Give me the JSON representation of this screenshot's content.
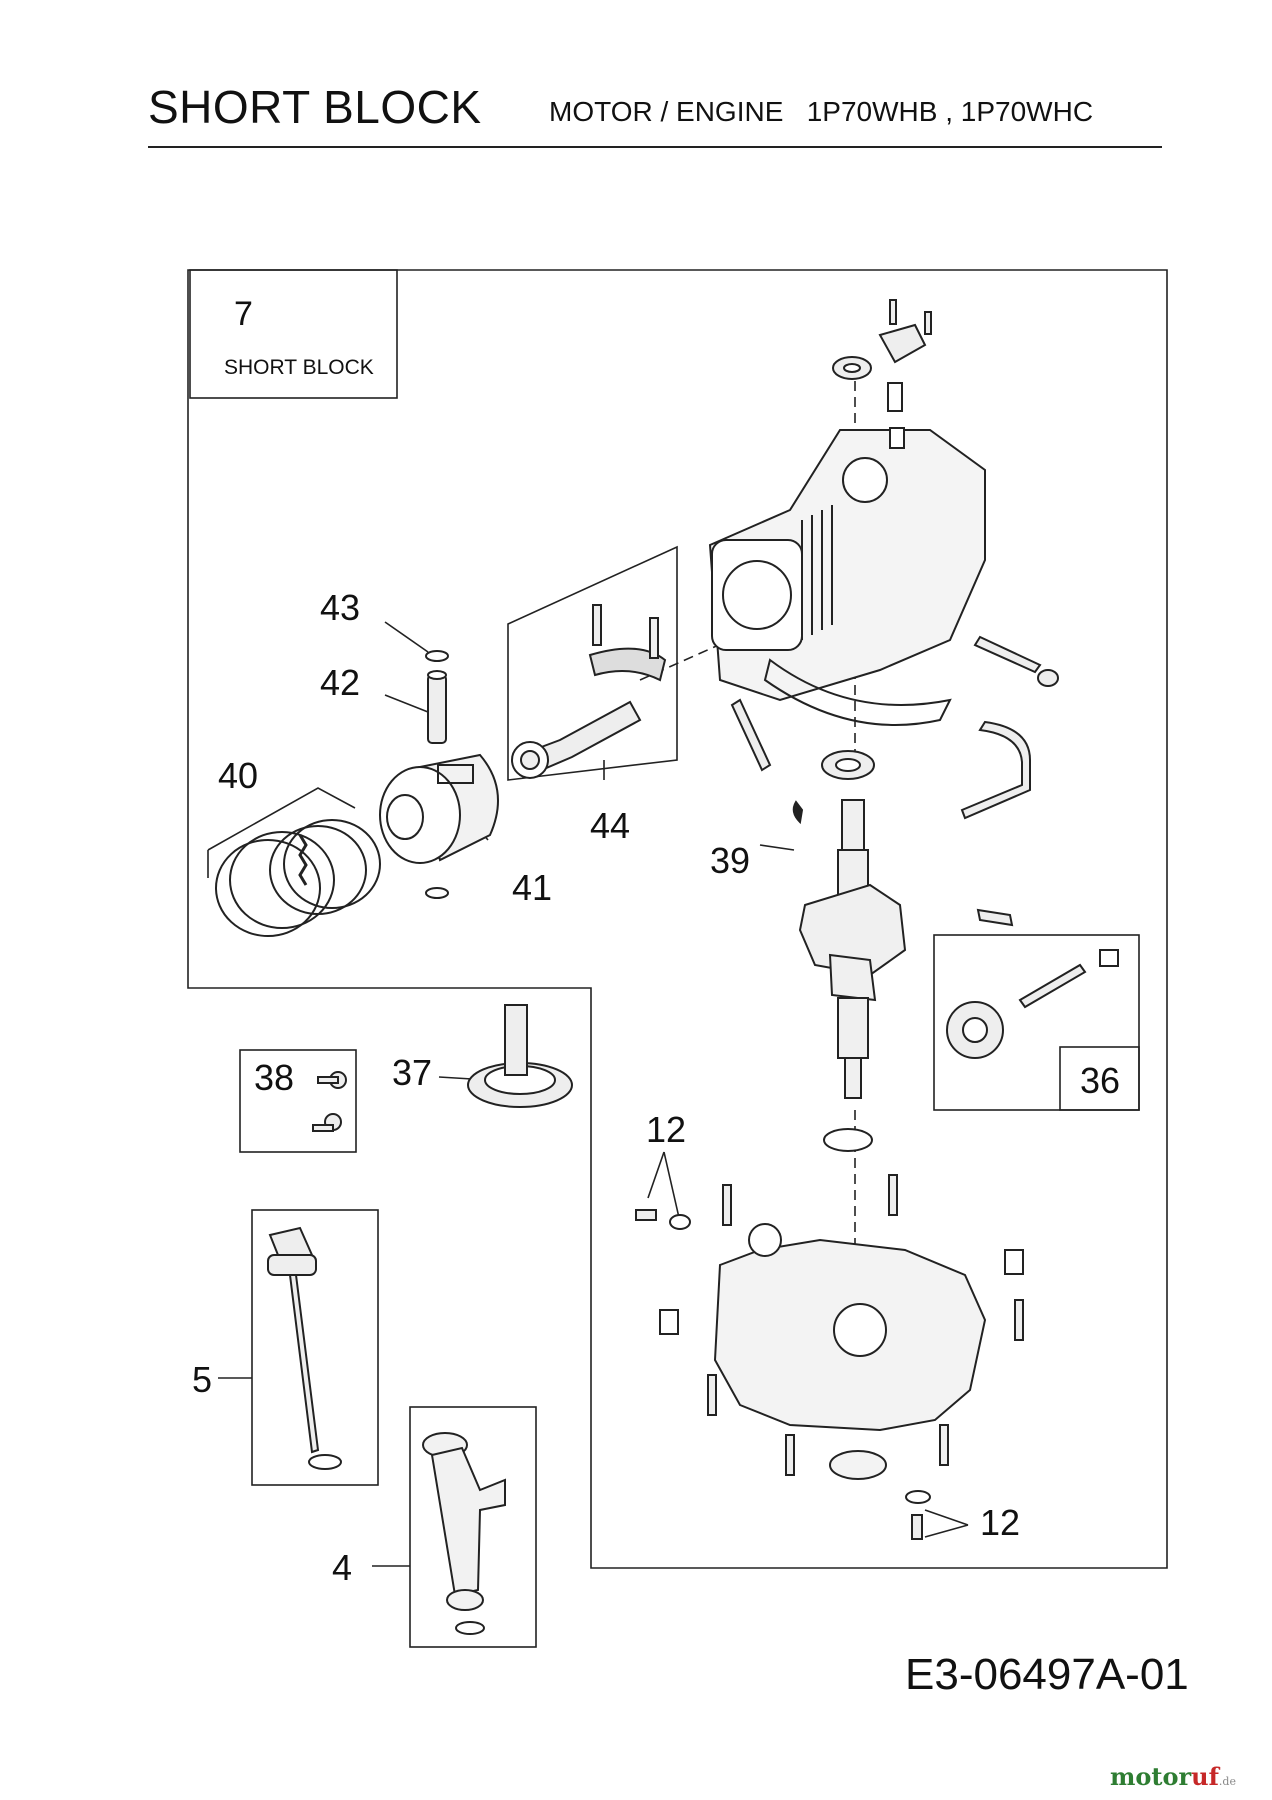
{
  "header": {
    "title": "SHORT BLOCK",
    "subtitle": "MOTOR / ENGINE   1P70WHB , 1P70WHC"
  },
  "inset": {
    "number": "7",
    "label": "SHORT BLOCK"
  },
  "callouts": {
    "c43": "43",
    "c42": "42",
    "c40": "40",
    "c41": "41",
    "c44": "44",
    "c39": "39",
    "c38": "38",
    "c37": "37",
    "c36": "36",
    "c12a": "12",
    "c12b": "12",
    "c5": "5",
    "c4": "4"
  },
  "footer": {
    "doc_number": "E3-06497A-01",
    "brand_main": "motor",
    "brand_accent": "uf",
    "brand_suffix": ".de"
  }
}
